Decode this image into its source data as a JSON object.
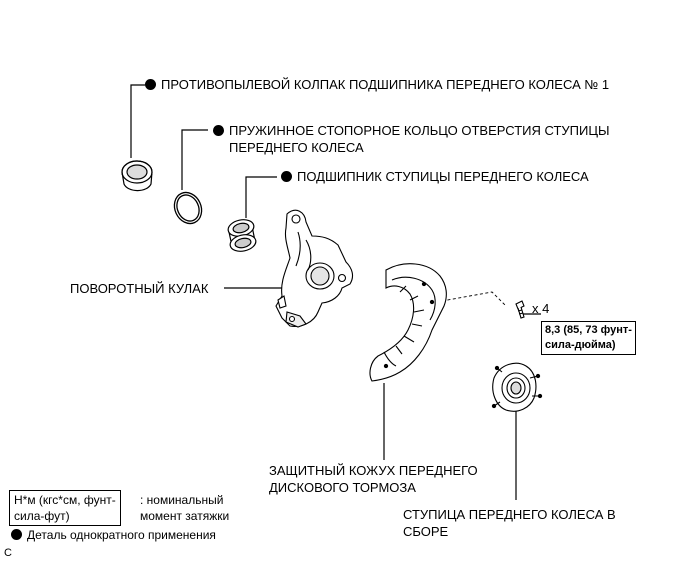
{
  "labels": {
    "dust_cap": "ПРОТИВОПЫЛЕВОЙ КОЛПАК ПОДШИПНИКА ПЕРЕДНЕГО КОЛЕСА № 1",
    "snap_ring_line1": "ПРУЖИННОЕ СТОПОРНОЕ КОЛЬЦО ОТВЕРСТИЯ СТУПИЦЫ",
    "snap_ring_line2": "ПЕРЕДНЕГО КОЛЕСА",
    "bearing": "ПОДШИПНИК СТУПИЦЫ ПЕРЕДНЕГО КОЛЕСА",
    "knuckle": "ПОВОРОТНЫЙ КУЛАК",
    "bolt_count": "x 4",
    "torque_line1": "8,3 (85, 73 фунт-",
    "torque_line2": "сила-дюйма)",
    "cover_line1": "ЗАЩИТНЫЙ КОЖУХ ПЕРЕДНЕГО",
    "cover_line2": "ДИСКОВОГО ТОРМОЗА",
    "hub_line1": "СТУПИЦА ПЕРЕДНЕГО КОЛЕСА В",
    "hub_line2": "СБОРЕ"
  },
  "legend": {
    "unit_line1": "Н*м (кгс*см, фунт-",
    "unit_line2": "сила-фут)",
    "unit_desc_line1": ": номинальный",
    "unit_desc_line2": "момент затяжки",
    "non_reusable": "Деталь однократного применения"
  },
  "figure_code": "C"
}
